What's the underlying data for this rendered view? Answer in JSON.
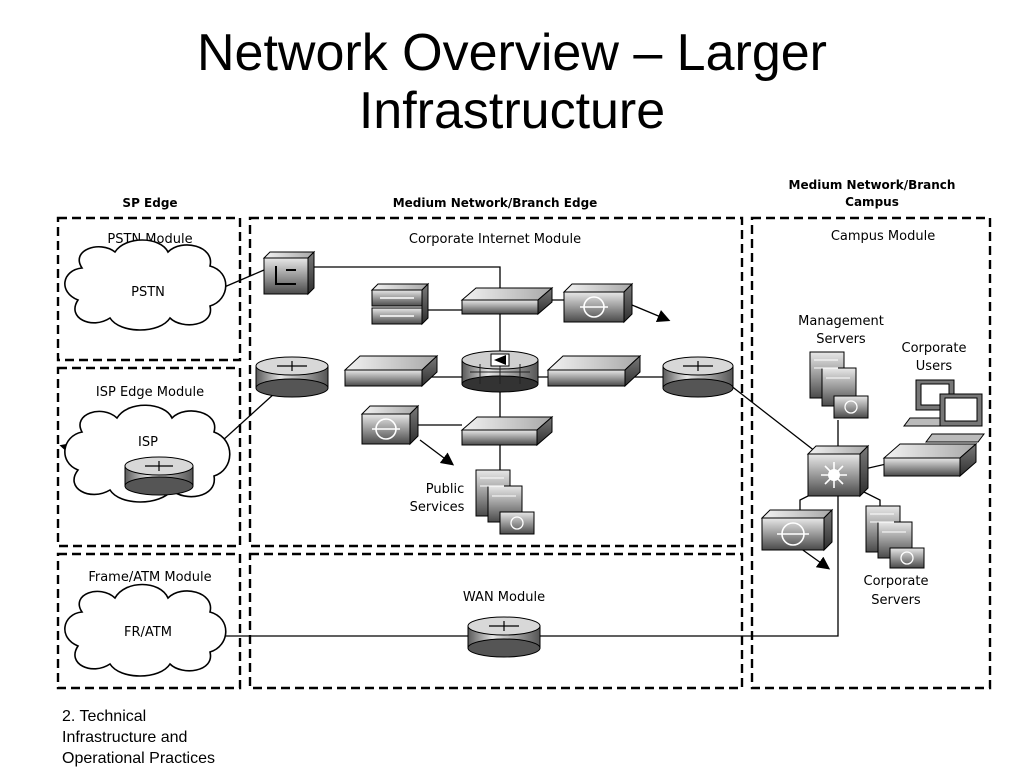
{
  "title": {
    "line1": "Network Overview – Larger",
    "line2": "Infrastructure"
  },
  "zones": {
    "sp_edge": "SP Edge",
    "branch_edge": "Medium Network/Branch Edge",
    "branch_campus_line1": "Medium Network/Branch",
    "branch_campus_line2": "Campus"
  },
  "modules": {
    "pstn": "PSTN Module",
    "isp_edge": "ISP Edge Module",
    "frame_atm": "Frame/ATM Module",
    "corporate_internet": "Corporate Internet Module",
    "wan": "WAN Module",
    "campus": "Campus Module"
  },
  "clouds": {
    "pstn": "PSTN",
    "isp": "ISP",
    "fr_atm": "FR/ATM"
  },
  "nodes": {
    "public_services_line1": "Public",
    "public_services_line2": "Services",
    "management_servers_line1": "Management",
    "management_servers_line2": "Servers",
    "corporate_users_line1": "Corporate",
    "corporate_users_line2": "Users",
    "corporate_servers_line1": "Corporate",
    "corporate_servers_line2": "Servers"
  },
  "footnote": {
    "line1": "2. Technical",
    "line2": "Infrastructure and",
    "line3": "Operational Practices"
  }
}
